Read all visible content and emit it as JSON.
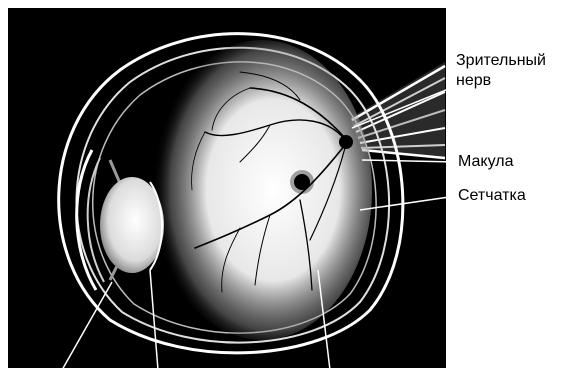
{
  "labels": {
    "optic_nerve_line1": "Зрительный",
    "optic_nerve_line2": "нерв",
    "macula": "Макула",
    "retina": "Сетчатка"
  },
  "colors": {
    "background": "#ffffff",
    "panel": "#000000",
    "structure": "#ffffff",
    "text": "#000000"
  }
}
